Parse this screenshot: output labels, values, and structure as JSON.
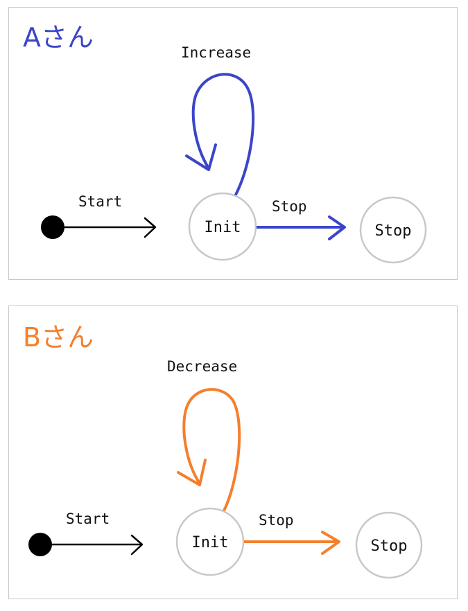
{
  "panels": [
    {
      "title": "Aさん",
      "color": "#3b45c9",
      "loop_label": "Increase",
      "start_label": "Start",
      "transition_label": "Stop",
      "init_label": "Init",
      "stop_label": "Stop"
    },
    {
      "title": "Bさん",
      "color": "#f57f2c",
      "loop_label": "Decrease",
      "start_label": "Start",
      "transition_label": "Stop",
      "init_label": "Init",
      "stop_label": "Stop"
    }
  ],
  "colors": {
    "node_border": "#c8c8c8",
    "panel_border": "#c8c8c8",
    "start_dot": "#000000",
    "text": "#111111"
  }
}
